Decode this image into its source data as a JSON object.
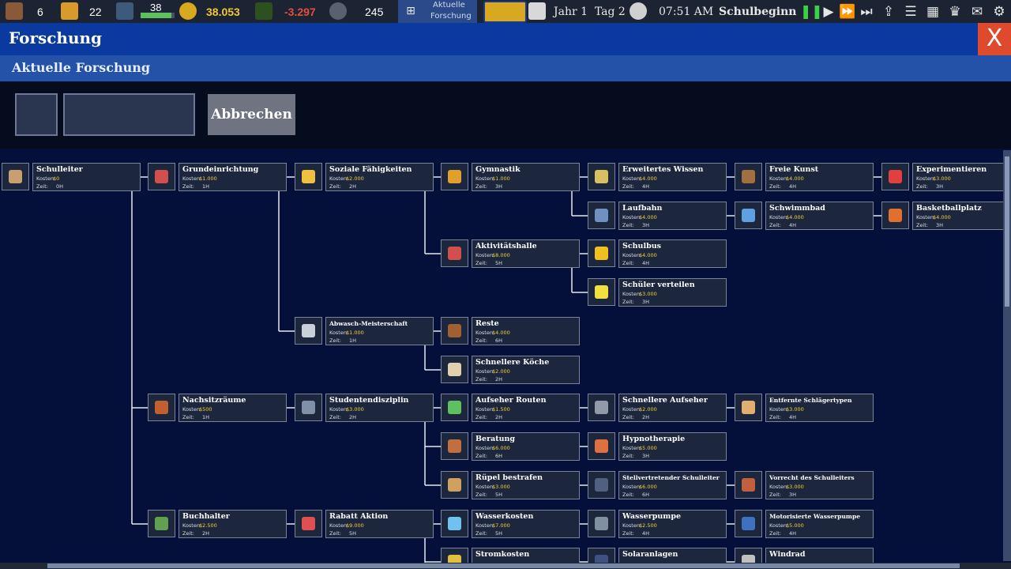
{
  "hud": {
    "students_count": "6",
    "staff_count": "22",
    "rating_value": "38",
    "rating_fraction": 0.9,
    "money": "38.053",
    "trend": "-3.297",
    "reputation": "245",
    "current_research_line1": "Aktuelle",
    "current_research_line2": "Forschung",
    "date": "Jahr 1  Tag 2",
    "time": "07:51 AM",
    "period": "Schulbeginn",
    "colors": {
      "money": "#f2c832",
      "trend": "#e0503a",
      "play": "#3ccf4a",
      "progress": "#5cc05c"
    }
  },
  "window": {
    "title": "Forschung",
    "close_label": "X",
    "section_title": "Aktuelle Forschung",
    "cancel_label": "Abbrechen"
  },
  "labels": {
    "cost": "Kosten",
    "time": "Zeit:"
  },
  "nodes": [
    {
      "id": "schulleiter",
      "name": "Schulleiter",
      "cost": "$0",
      "time": "0H",
      "icon": "principal-icon"
    },
    {
      "id": "grundeinrichtung",
      "name": "Grundeinrichtung",
      "cost": "$1.000",
      "time": "1H",
      "icon": "basic-facilities-icon"
    },
    {
      "id": "soziale",
      "name": "Soziale Fähigkeiten",
      "cost": "$2.000",
      "time": "2H",
      "icon": "social-skills-icon"
    },
    {
      "id": "gymnastik",
      "name": "Gymnastik",
      "cost": "$1.000",
      "time": "3H",
      "icon": "gymnastics-icon"
    },
    {
      "id": "erweitertes",
      "name": "Erweitertes Wissen",
      "cost": "$4.000",
      "time": "4H",
      "icon": "book-icon"
    },
    {
      "id": "freie_kunst",
      "name": "Freie Kunst",
      "cost": "$4.000",
      "time": "4H",
      "icon": "painting-icon"
    },
    {
      "id": "experimentieren",
      "name": "Experimentieren",
      "cost": "$3.000",
      "time": "3H",
      "icon": "flask-icon"
    },
    {
      "id": "laufbahn",
      "name": "Laufbahn",
      "cost": "$4.000",
      "time": "3H",
      "icon": "running-icon"
    },
    {
      "id": "schwimmbad",
      "name": "Schwimmbad",
      "cost": "$4.000",
      "time": "4H",
      "icon": "swimming-icon"
    },
    {
      "id": "basketballplatz",
      "name": "Basketballplatz",
      "cost": "$4.000",
      "time": "3H",
      "icon": "basketball-icon"
    },
    {
      "id": "aktivitaetshalle",
      "name": "Aktivitätshalle",
      "cost": "$8.000",
      "time": "5H",
      "icon": "calendar-icon"
    },
    {
      "id": "schulbus",
      "name": "Schulbus",
      "cost": "$4.000",
      "time": "4H",
      "icon": "school-bus-icon"
    },
    {
      "id": "schueler_verteilen",
      "name": "Schüler verteilen",
      "cost": "$3.000",
      "time": "3H",
      "icon": "distribute-students-icon"
    },
    {
      "id": "abwasch",
      "name": "Abwasch-Meisterschaft",
      "cost": "$1.000",
      "time": "1H",
      "icon": "dishwashing-icon",
      "small": true
    },
    {
      "id": "reste",
      "name": "Reste",
      "cost": "$4.000",
      "time": "6H",
      "icon": "leftovers-icon"
    },
    {
      "id": "schnellere_koeche",
      "name": "Schnellere Köche",
      "cost": "$2.000",
      "time": "2H",
      "icon": "cook-icon"
    },
    {
      "id": "nachsitz",
      "name": "Nachsitzräume",
      "cost": "$500",
      "time": "1H",
      "icon": "detention-icon"
    },
    {
      "id": "studentendisziplin",
      "name": "Studentendisziplin",
      "cost": "$3.000",
      "time": "2H",
      "icon": "discipline-icon"
    },
    {
      "id": "aufseher_routen",
      "name": "Aufseher Routen",
      "cost": "$1.500",
      "time": "2H",
      "icon": "route-icon"
    },
    {
      "id": "schnellere_aufseher",
      "name": "Schnellere Aufseher",
      "cost": "$2.000",
      "time": "2H",
      "icon": "fast-janitor-icon"
    },
    {
      "id": "entfernte",
      "name": "Entfernte Schlägertypen",
      "cost": "$3.000",
      "time": "4H",
      "icon": "bully-removal-icon",
      "small": true
    },
    {
      "id": "beratung",
      "name": "Beratung",
      "cost": "$6.000",
      "time": "6H",
      "icon": "counseling-icon"
    },
    {
      "id": "hypnotherapie",
      "name": "Hypnotherapie",
      "cost": "$5.000",
      "time": "3H",
      "icon": "hypnosis-icon"
    },
    {
      "id": "ruepel",
      "name": "Rüpel bestrafen",
      "cost": "$3.000",
      "time": "5H",
      "icon": "punish-icon"
    },
    {
      "id": "stellvertretender",
      "name": "Stellvertretender Schulleiter",
      "cost": "$6.000",
      "time": "6H",
      "icon": "vice-principal-icon",
      "small": true
    },
    {
      "id": "vorrecht",
      "name": "Vorrecht des Schulleiters",
      "cost": "$3.000",
      "time": "3H",
      "icon": "principal-privilege-icon",
      "small": true
    },
    {
      "id": "buchhalter",
      "name": "Buchhalter",
      "cost": "$2.500",
      "time": "2H",
      "icon": "accountant-icon"
    },
    {
      "id": "rabatt",
      "name": "Rabatt Aktion",
      "cost": "$9.000",
      "time": "5H",
      "icon": "discount-tag-icon"
    },
    {
      "id": "wasserkosten",
      "name": "Wasserkosten",
      "cost": "$7.000",
      "time": "5H",
      "icon": "water-drop-icon"
    },
    {
      "id": "wasserpumpe",
      "name": "Wasserpumpe",
      "cost": "$2.500",
      "time": "4H",
      "icon": "water-pump-icon"
    },
    {
      "id": "motorisierte",
      "name": "Motorisierte Wasserpumpe",
      "cost": "$5.000",
      "time": "4H",
      "icon": "motor-pump-icon",
      "small": true
    },
    {
      "id": "stromkosten",
      "name": "Stromkosten",
      "cost": "",
      "time": "",
      "icon": "electricity-icon"
    },
    {
      "id": "solaranlagen",
      "name": "Solaranlagen",
      "cost": "",
      "time": "",
      "icon": "solar-icon"
    },
    {
      "id": "windrad",
      "name": "Windrad",
      "cost": "",
      "time": "",
      "icon": "wind-turbine-icon"
    }
  ]
}
